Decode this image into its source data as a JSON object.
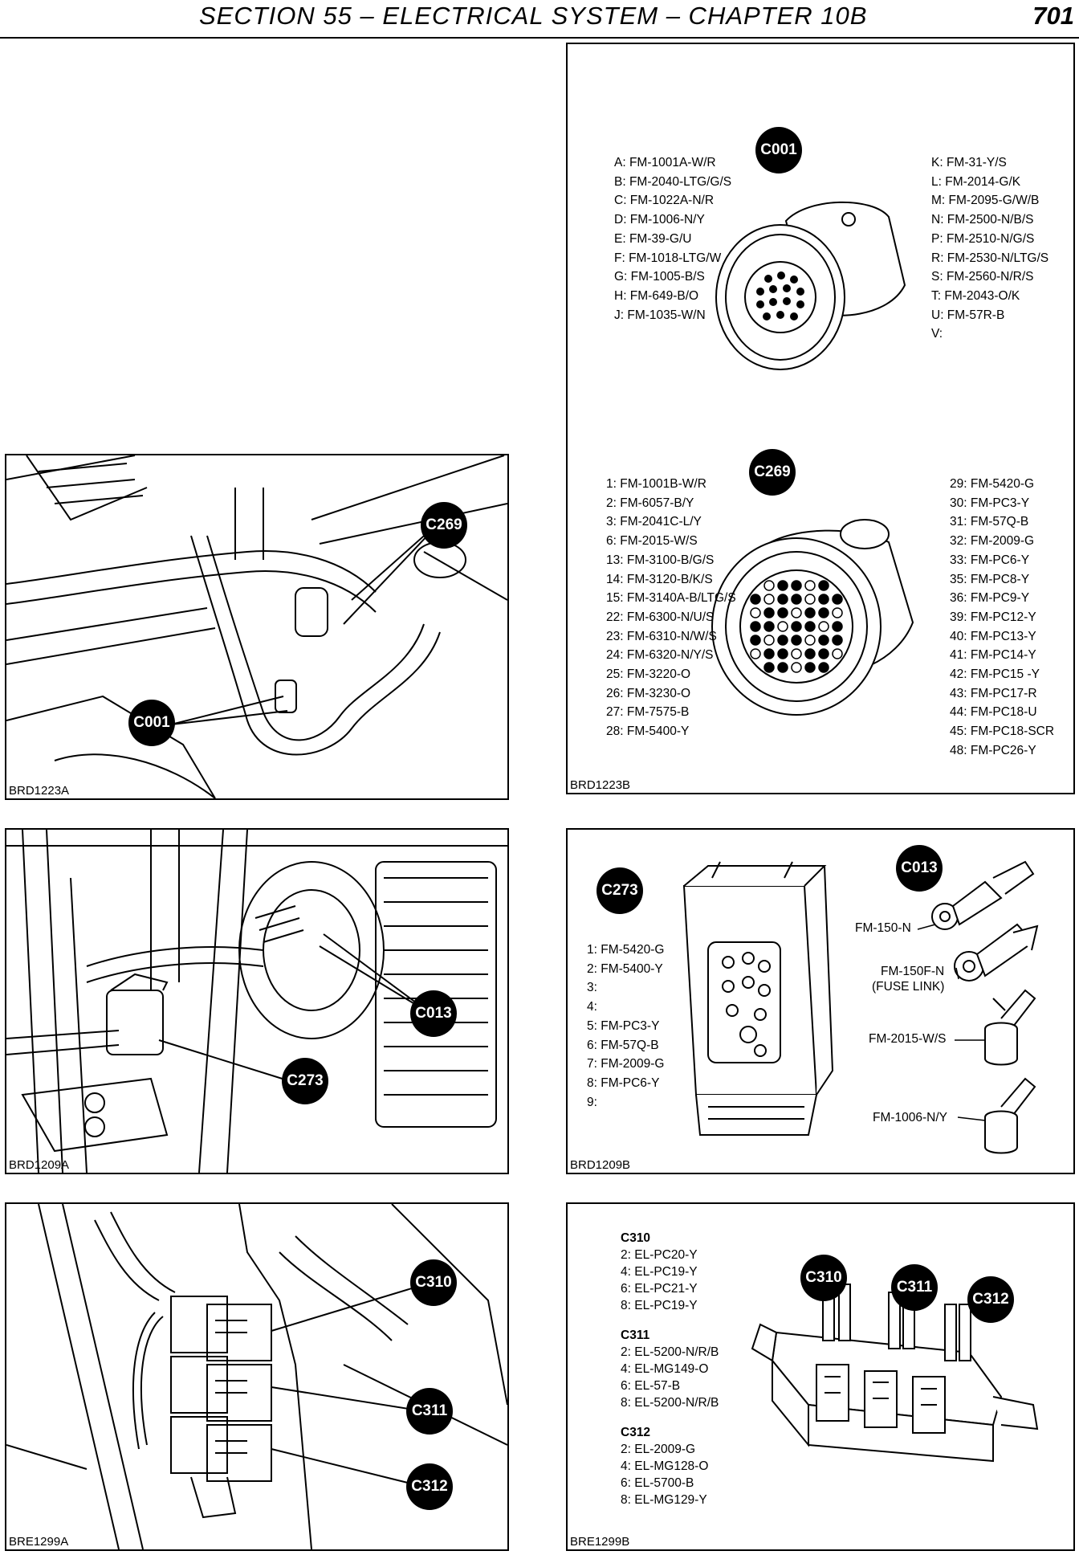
{
  "header": {
    "title": "SECTION 55 – ELECTRICAL SYSTEM – CHAPTER 10B",
    "page": "701"
  },
  "photo1": {
    "ref": "BRD1223A",
    "badges": [
      "C269",
      "C001"
    ]
  },
  "photo2": {
    "ref": "BRD1209A",
    "badges": [
      "C013",
      "C273"
    ]
  },
  "photo3": {
    "ref": "BRE1299A",
    "badges": [
      "C310",
      "C311",
      "C312"
    ]
  },
  "diag1": {
    "ref": "BRD1223B",
    "c001": {
      "badge": "C001",
      "left": [
        "A: FM-1001A-W/R",
        "B: FM-2040-LTG/G/S",
        "C: FM-1022A-N/R",
        "D: FM-1006-N/Y",
        "E: FM-39-G/U",
        "F: FM-1018-LTG/W",
        "G: FM-1005-B/S",
        "H: FM-649-B/O",
        "J: FM-1035-W/N"
      ],
      "right": [
        "K: FM-31-Y/S",
        "L: FM-2014-G/K",
        "M: FM-2095-G/W/B",
        "N: FM-2500-N/B/S",
        "P: FM-2510-N/G/S",
        "R: FM-2530-N/LTG/S",
        "S: FM-2560-N/R/S",
        "T: FM-2043-O/K",
        "U: FM-57R-B",
        "V:"
      ]
    },
    "c269": {
      "badge": "C269",
      "left": [
        "1: FM-1001B-W/R",
        "2: FM-6057-B/Y",
        "3: FM-2041C-L/Y",
        "6: FM-2015-W/S",
        "13: FM-3100-B/G/S",
        "14: FM-3120-B/K/S",
        "15: FM-3140A-B/LTG/S",
        "22: FM-6300-N/U/S",
        "23: FM-6310-N/W/S",
        "24: FM-6320-N/Y/S",
        "25: FM-3220-O",
        "26: FM-3230-O",
        "27: FM-7575-B",
        "28: FM-5400-Y"
      ],
      "right": [
        "29: FM-5420-G",
        "30: FM-PC3-Y",
        "31: FM-57Q-B",
        "32: FM-2009-G",
        "33: FM-PC6-Y",
        "35: FM-PC8-Y",
        "36: FM-PC9-Y",
        "39: FM-PC12-Y",
        "40: FM-PC13-Y",
        "41: FM-PC14-Y",
        "42: FM-PC15 -Y",
        "43: FM-PC17-R",
        "44: FM-PC18-U",
        "45: FM-PC18-SCR",
        "48: FM-PC26-Y"
      ]
    }
  },
  "diag2": {
    "ref": "BRD1209B",
    "c273": {
      "badge": "C273",
      "pins": [
        "1: FM-5420-G",
        "2: FM-5400-Y",
        "3:",
        "4:",
        "5: FM-PC3-Y",
        "6: FM-57Q-B",
        "7: FM-2009-G",
        "8: FM-PC6-Y",
        "9:"
      ]
    },
    "c013": {
      "badge": "C013",
      "labels": [
        "FM-150-N",
        "FM-150F-N",
        "(FUSE LINK)",
        "FM-2015-W/S",
        "FM-1006-N/Y"
      ]
    }
  },
  "diag3": {
    "ref": "BRE1299B",
    "groups": [
      {
        "title": "C310",
        "pins": [
          "2: EL-PC20-Y",
          "4: EL-PC19-Y",
          "6: EL-PC21-Y",
          "8: EL-PC19-Y"
        ]
      },
      {
        "title": "C311",
        "pins": [
          "2: EL-5200-N/R/B",
          "4: EL-MG149-O",
          "6: EL-57-B",
          "8: EL-5200-N/R/B"
        ]
      },
      {
        "title": "C312",
        "pins": [
          "2: EL-2009-G",
          "4: EL-MG128-O",
          "6: EL-5700-B",
          "8: EL-MG129-Y"
        ]
      }
    ],
    "badges": [
      "C310",
      "C311",
      "C312"
    ]
  }
}
